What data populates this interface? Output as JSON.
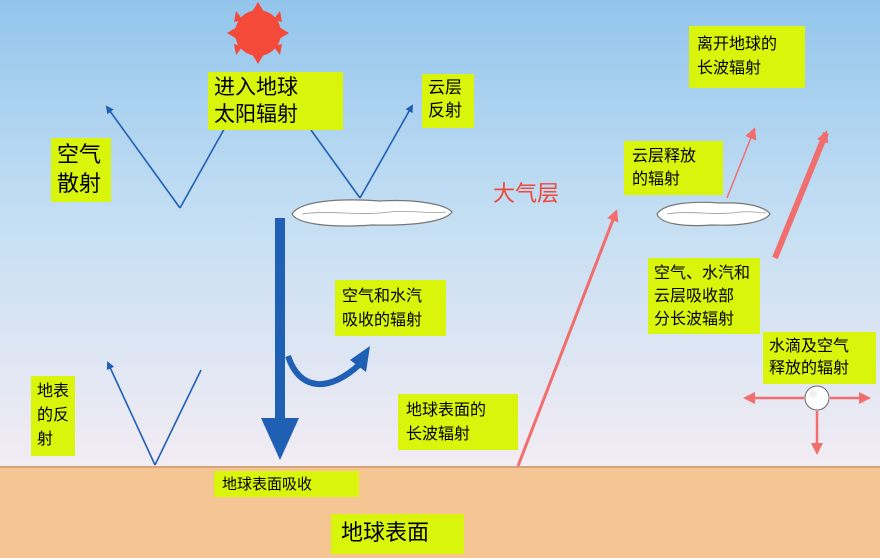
{
  "labels": {
    "incoming_line1": "进入地球",
    "incoming_line2": "太阳辐射",
    "air_scatter_line1": "空气",
    "air_scatter_line2": "散射",
    "cloud_reflect_line1": "云层",
    "cloud_reflect_line2": "反射",
    "surface_reflect_line1": "地表",
    "surface_reflect_line2": "的反",
    "surface_reflect_line3": "射",
    "surface_absorb": "地球表面吸收",
    "absorb_air_water_line1": "空气和水汽",
    "absorb_air_water_line2": "吸收的辐射",
    "atmosphere": "大气层",
    "leaving_longwave_line1": "离开地球的",
    "leaving_longwave_line2": "长波辐射",
    "cloud_release_line1": "云层释放",
    "cloud_release_line2": "的辐射",
    "partial_absorb_line1": "空气、水汽和",
    "partial_absorb_line2": "云层吸收部",
    "partial_absorb_line3": "分长波辐射",
    "droplet_release_line1": "水滴及空气",
    "droplet_release_line2": "释放的辐射",
    "surface_longwave_line1": "地球表面的",
    "surface_longwave_line2": "长波辐射",
    "earth_surface": "地球表面"
  },
  "colors": {
    "label_bg": "#d9f50c",
    "shortwave_arrow": "#1f5fb4",
    "longwave_arrow": "#f26d6d",
    "sun": "#f34a3a",
    "atmosphere_text": "#f0473a",
    "ground": "#f6c594"
  }
}
